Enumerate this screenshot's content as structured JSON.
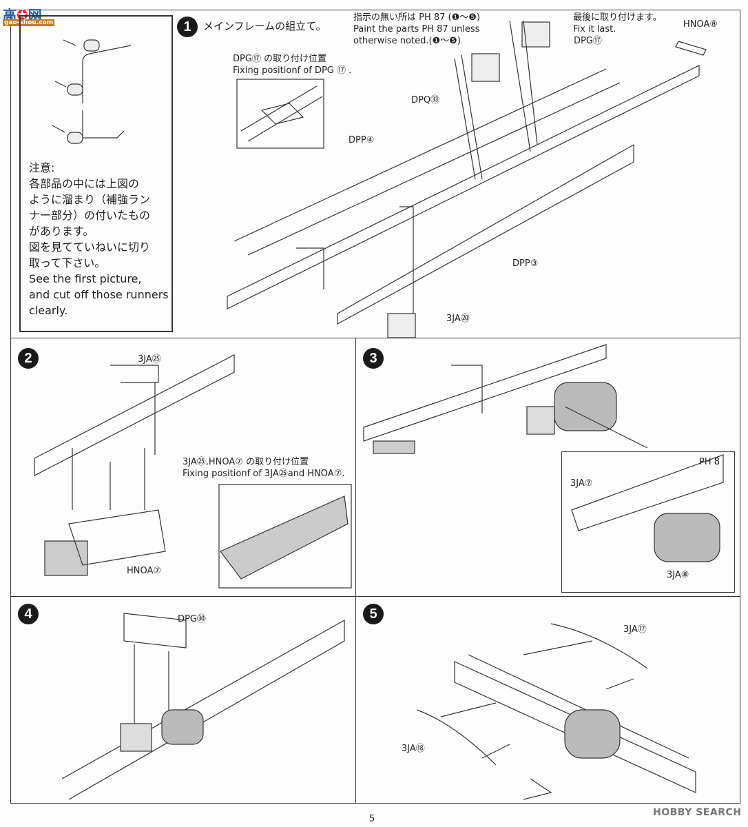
{
  "watermarks": {
    "top_left": "高手网",
    "top_left_url": "gao-shou.com",
    "bottom_right": "HOBBY SEARCH"
  },
  "note_box": {
    "heading": "注意:",
    "lines": [
      "各部品の中には上図の",
      "ように溜まり（補強ラン",
      "ナー部分）の付いたもの",
      "があります。",
      "図を見てていねいに切り",
      "取って下さい。",
      "See the first picture,",
      "and cut off those runners",
      "clearly."
    ]
  },
  "step1": {
    "number": "1",
    "title": "メインフレームの組立て。",
    "paint_note": [
      "指示の無い所は PH 87 (❶～❺)",
      "Paint the parts PH 87 unless",
      "otherwise noted.(❶～❺)"
    ],
    "fix_last": [
      "最後に取り付けます。",
      "Fix it last."
    ],
    "fixing_position": [
      "DPG⑰ の取り付け位置",
      "Fixing positionf of DPG ⑰ ."
    ],
    "parts": {
      "dpg17": "DPG⑰",
      "hnoa8": "HNOA⑧",
      "dpq33": "DPQ㉝",
      "dpp4": "DPP④",
      "dpp3": "DPP③",
      "ja20": "3JA⑳"
    }
  },
  "step2": {
    "number": "2",
    "fixing_position": [
      "3JA㉕,HNOA⑦ の取り付け位置",
      "Fixing positionf of 3JA㉕and HNOA⑦."
    ],
    "parts": {
      "ja25": "3JA㉕",
      "hnoa7": "HNOA⑦"
    }
  },
  "step3": {
    "number": "3",
    "parts": {
      "ph8": "PH 8",
      "ja7": "3JA⑦",
      "ja8": "3JA⑧"
    }
  },
  "step4": {
    "number": "4",
    "parts": {
      "dpg30": "DPG㉚"
    }
  },
  "step5": {
    "number": "5",
    "parts": {
      "ja17": "3JA⑰",
      "ja18": "3JA⑱"
    }
  },
  "page_number": "5"
}
